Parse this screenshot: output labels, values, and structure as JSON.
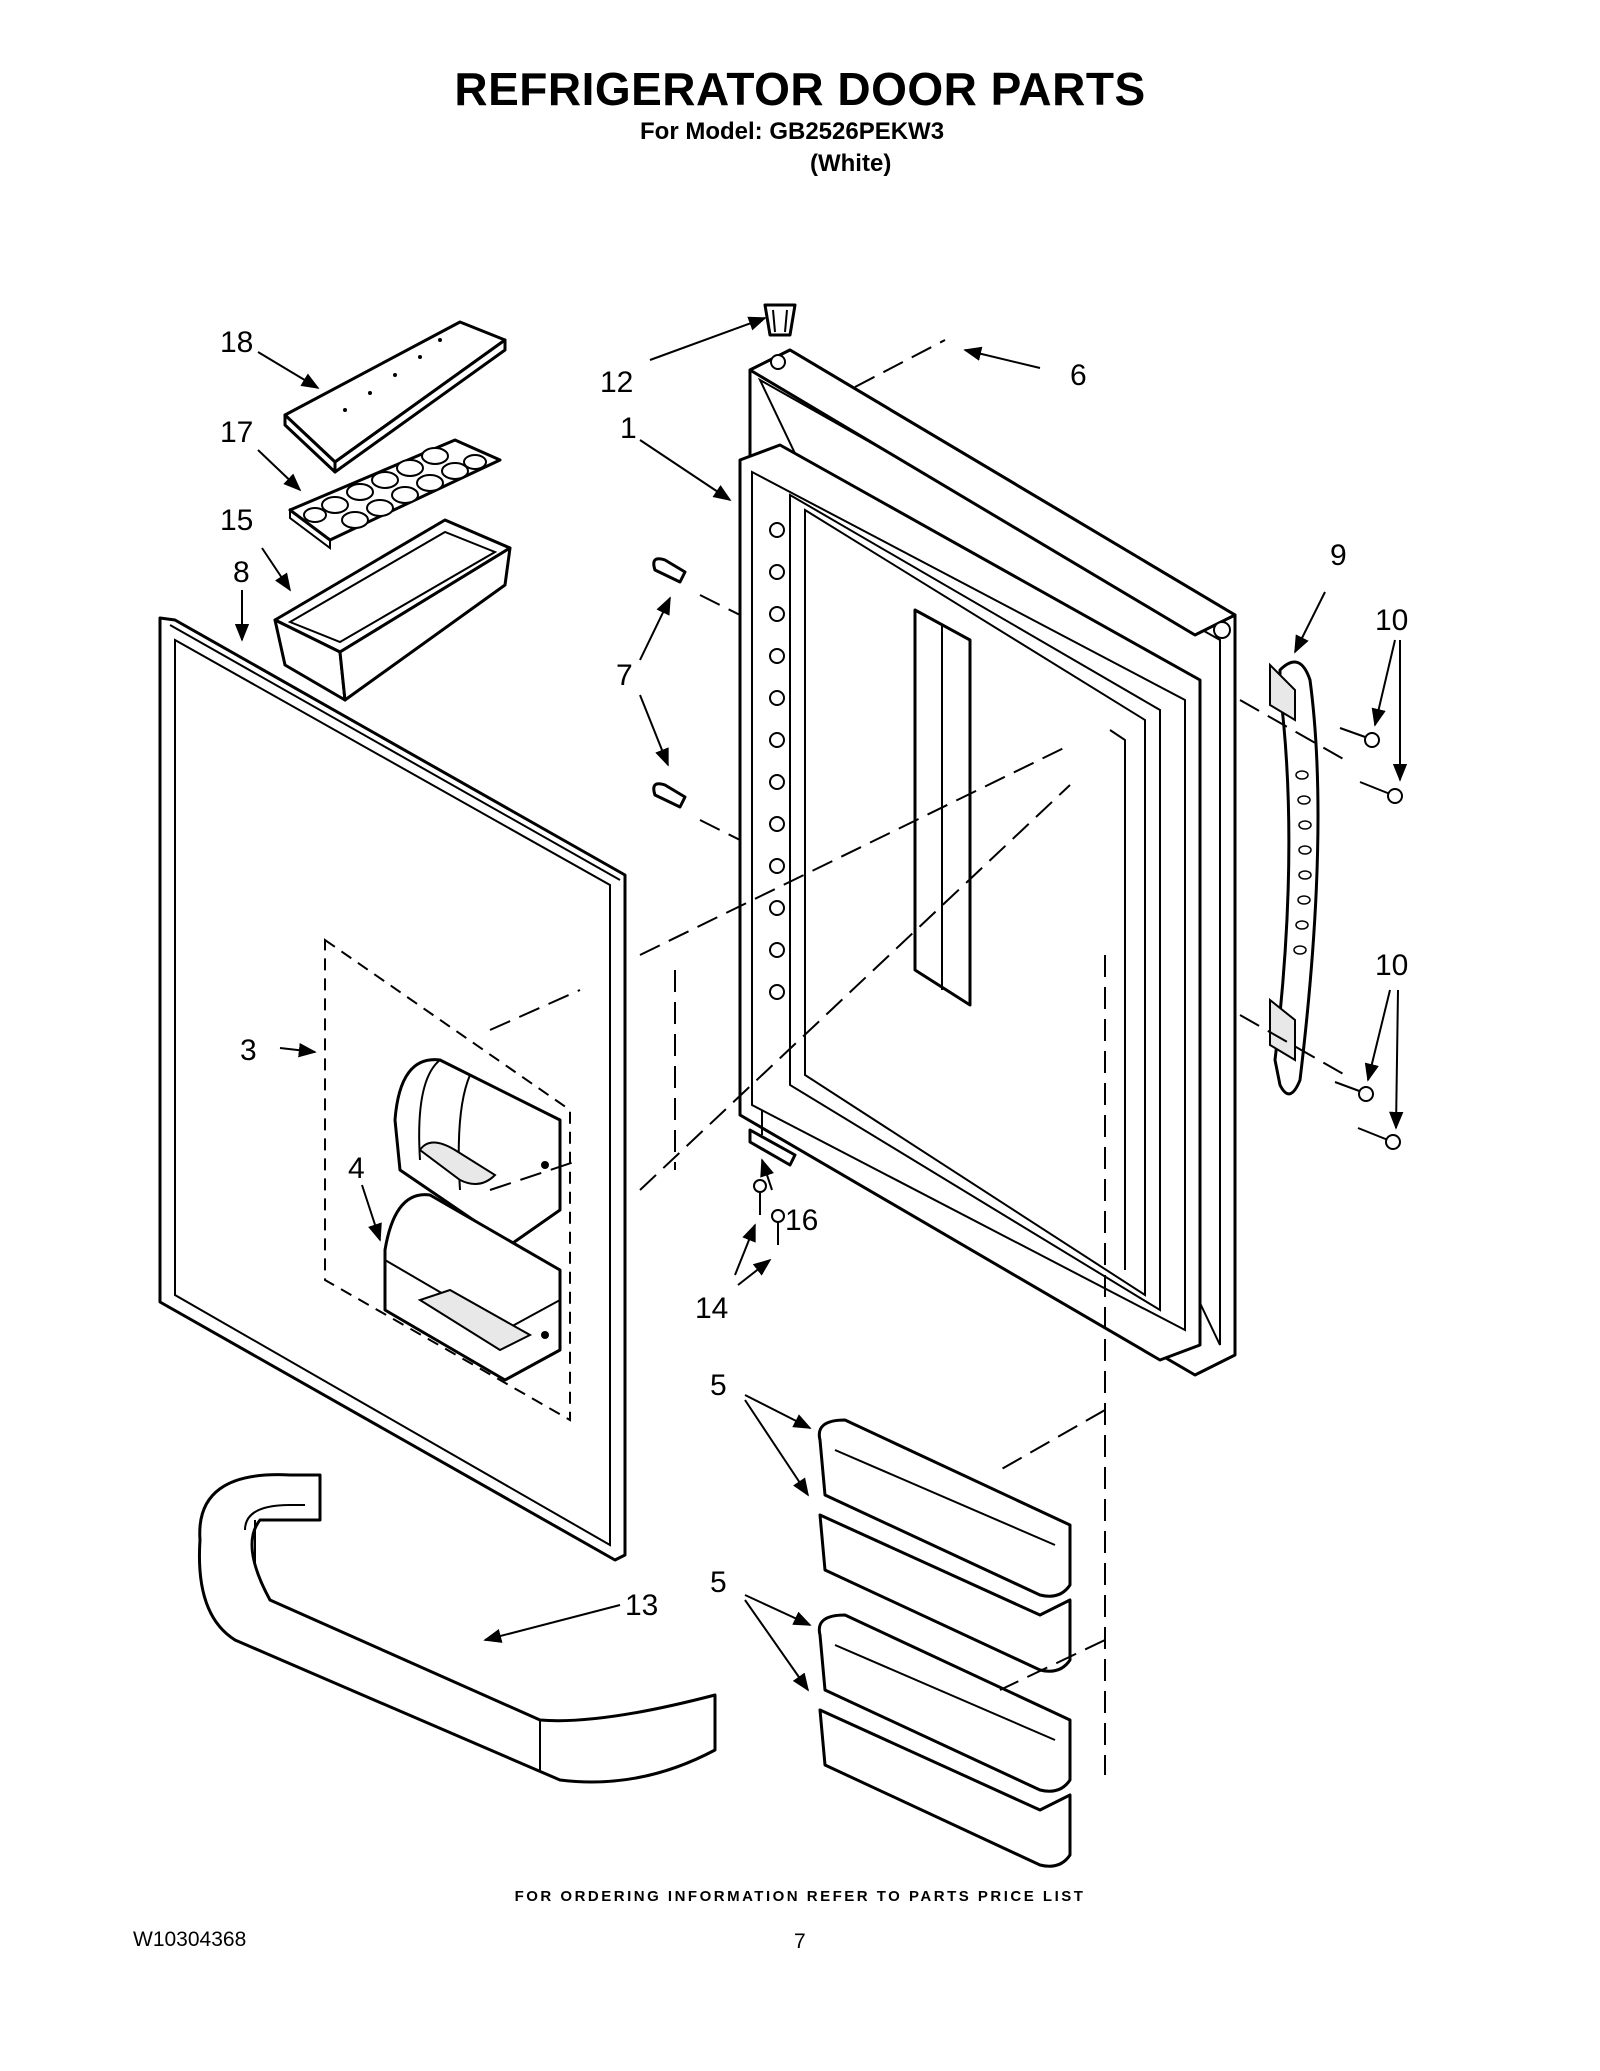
{
  "header": {
    "title": "REFRIGERATOR DOOR PARTS",
    "model_line": "For Model: GB2526PEKW3",
    "color_line": "(White)"
  },
  "callouts": {
    "c1": "1",
    "c3": "3",
    "c4": "4",
    "c5a": "5",
    "c5b": "5",
    "c6": "6",
    "c7": "7",
    "c8": "8",
    "c9": "9",
    "c10a": "10",
    "c10b": "10",
    "c12": "12",
    "c13": "13",
    "c14": "14",
    "c15": "15",
    "c16": "16",
    "c17": "17",
    "c18": "18"
  },
  "footer": {
    "ordering_note": "FOR ORDERING INFORMATION REFER TO PARTS PRICE LIST",
    "document_number": "W10304368",
    "page_number": "7"
  }
}
